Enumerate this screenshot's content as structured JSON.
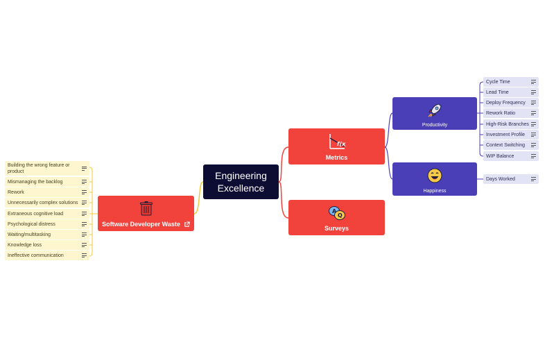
{
  "root": {
    "title": "Engineering Excellence"
  },
  "branches": {
    "metrics": {
      "label": "Metrics",
      "icon": "chart-icon"
    },
    "surveys": {
      "label": "Surveys",
      "icon": "speech-bubbles-icon"
    },
    "waste": {
      "label": "Software Developer Waste",
      "icon": "trash-icon",
      "link_icon": "external-link-icon"
    },
    "productivity": {
      "label": "Productivity",
      "icon": "rocket-icon"
    },
    "happiness": {
      "label": "Happiness",
      "icon": "smiley-icon"
    }
  },
  "productivity_items": [
    "Cycle Time",
    "Lead Time",
    "Deploy Frequency",
    "Rework Ratio",
    "High-Risk Branches",
    "Investment Profile",
    "Context Switching",
    "WIP Balance"
  ],
  "happiness_items": [
    "Days Worked"
  ],
  "waste_items": [
    "Building the wrong feature or product",
    "Mismanaging the backlog",
    "Rework",
    "Unnecessarily complex solutions",
    "Extraneous cognitive load",
    "Psychological distress",
    "Waiting/multitasking",
    "Knowledge loss",
    "Ineffective communication"
  ],
  "colors": {
    "root": "#0d0d33",
    "red": "#f2423c",
    "purple": "#4a3fb6",
    "purple_leaf": "#e3e3f6",
    "yellow_leaf": "#fdf6cf",
    "red_line": "#f2423c",
    "purple_line": "#4a3fb6",
    "yellow_line": "#f0c93a"
  }
}
